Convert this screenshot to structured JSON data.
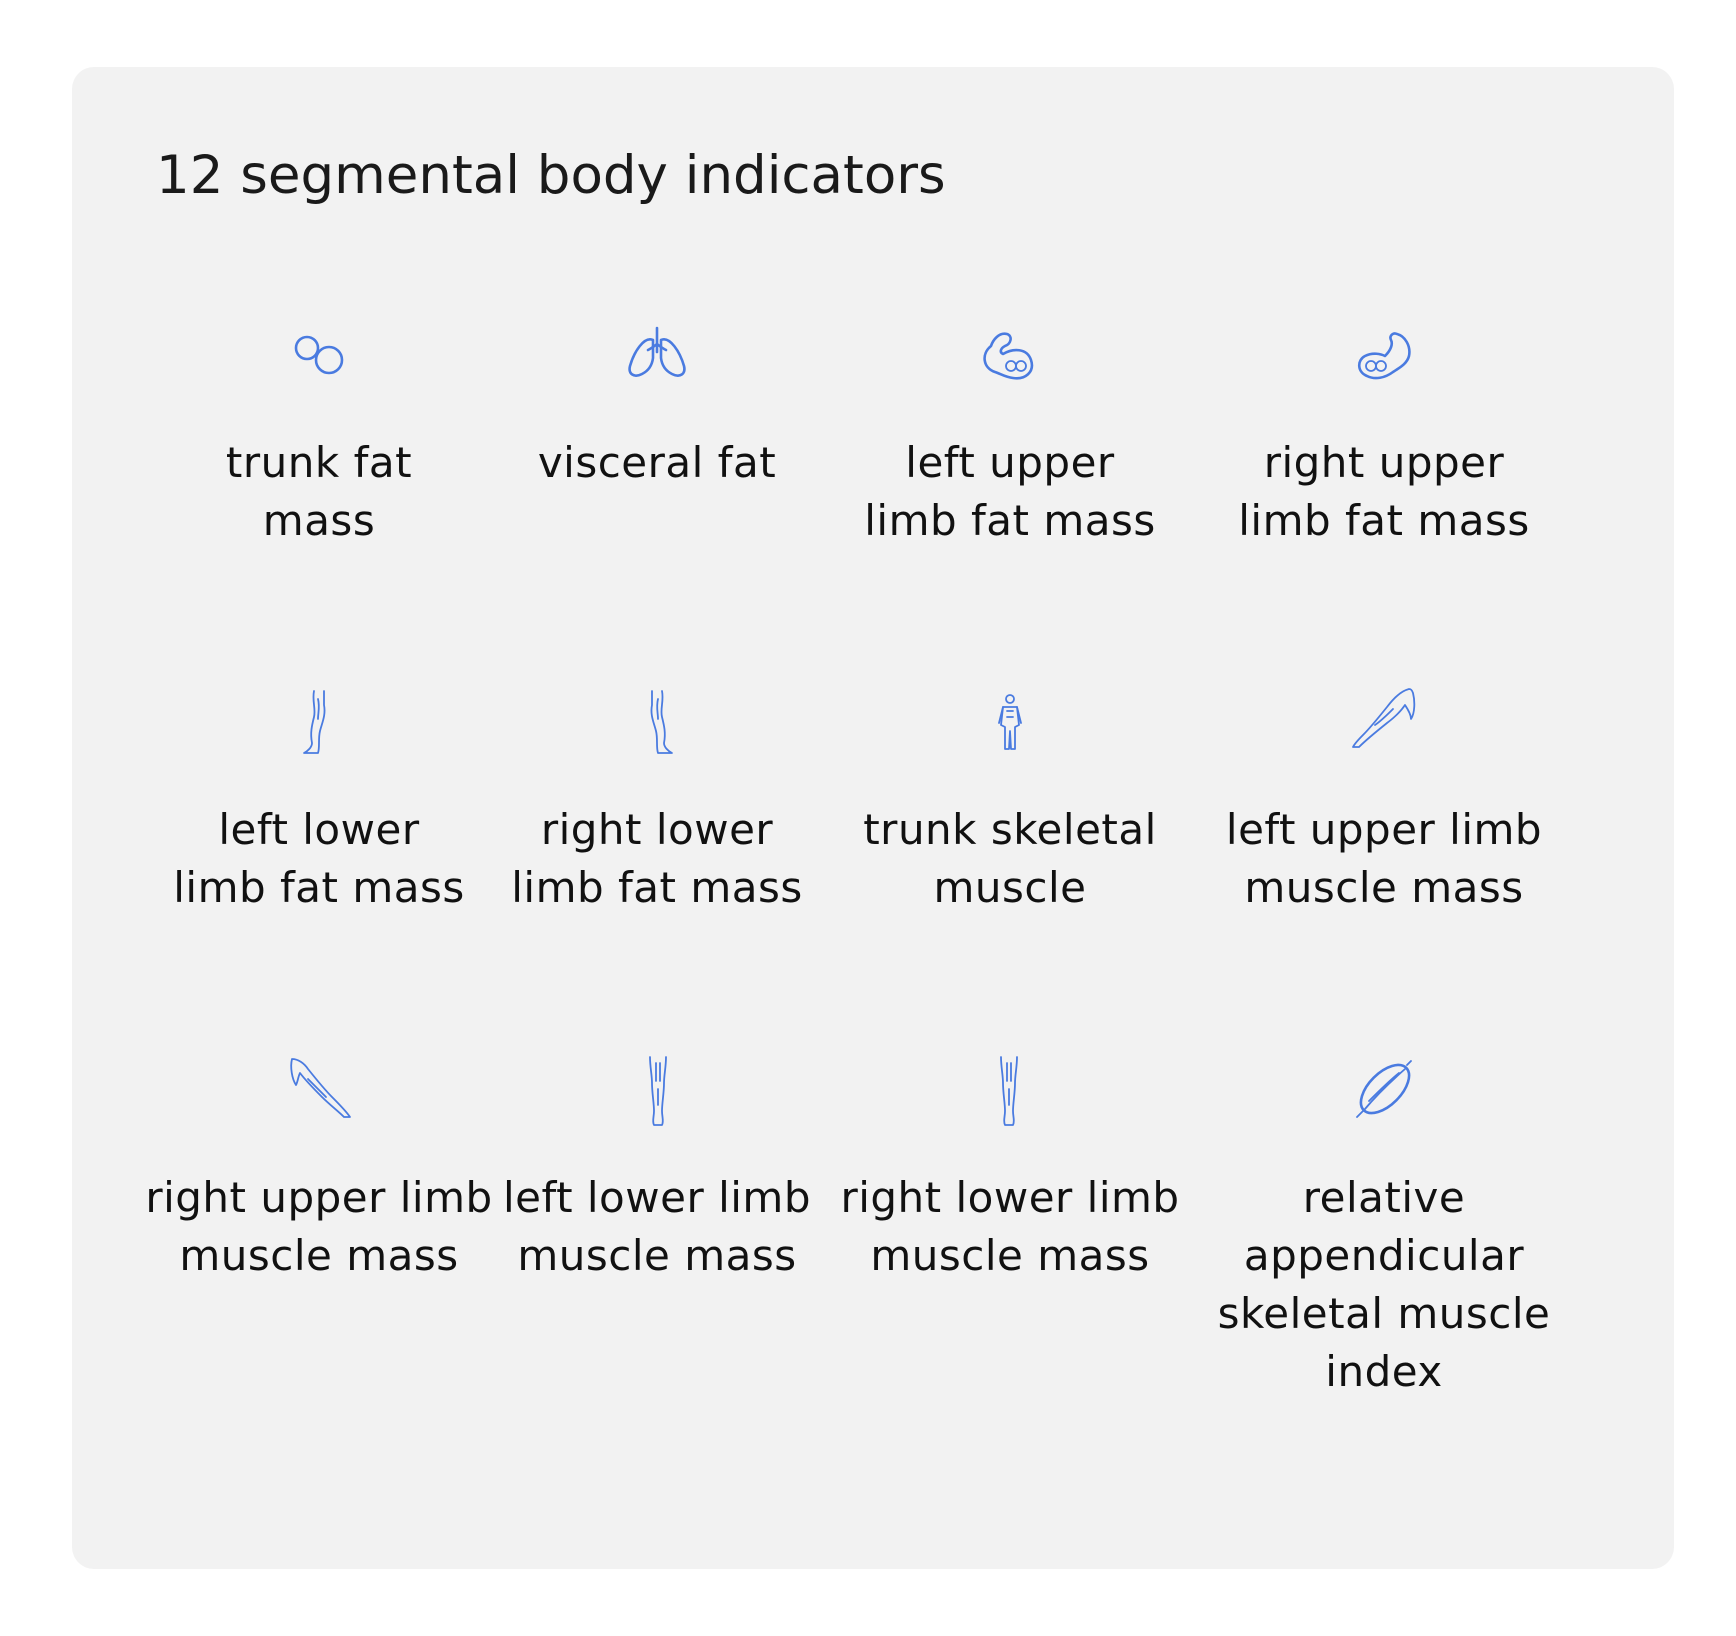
{
  "card": {
    "title": "12 segmental body indicators"
  },
  "colors": {
    "icon": "#4a7be0",
    "card_background": "#f2f2f2",
    "text": "#111111"
  },
  "indicators": [
    {
      "label_line1": "trunk fat",
      "label_line2": "mass",
      "label_line3": "",
      "icon": "fat-cells-icon"
    },
    {
      "label_line1": "visceral fat",
      "label_line2": "",
      "label_line3": "",
      "icon": "lungs-icon"
    },
    {
      "label_line1": "left upper",
      "label_line2": "limb fat mass",
      "label_line3": "",
      "icon": "left-arm-fat-icon"
    },
    {
      "label_line1": "right upper",
      "label_line2": "limb fat mass",
      "label_line3": "",
      "icon": "right-arm-fat-icon"
    },
    {
      "label_line1": "left lower",
      "label_line2": "limb fat mass",
      "label_line3": "",
      "icon": "left-leg-icon"
    },
    {
      "label_line1": "right lower",
      "label_line2": "limb fat mass",
      "label_line3": "",
      "icon": "right-leg-icon"
    },
    {
      "label_line1": "trunk skeletal",
      "label_line2": "muscle",
      "label_line3": "",
      "icon": "body-figure-icon"
    },
    {
      "label_line1": "left upper limb",
      "label_line2": "muscle mass",
      "label_line3": "",
      "icon": "left-arm-muscle-icon"
    },
    {
      "label_line1": "right upper limb",
      "label_line2": "muscle mass",
      "label_line3": "",
      "icon": "right-arm-muscle-icon"
    },
    {
      "label_line1": "left lower limb",
      "label_line2": "muscle mass",
      "label_line3": "",
      "icon": "left-leg-muscle-icon"
    },
    {
      "label_line1": "right lower limb",
      "label_line2": "muscle mass",
      "label_line3": "",
      "icon": "right-leg-muscle-icon"
    },
    {
      "label_line1": "relative",
      "label_line2": "appendicular",
      "label_line3": "skeletal muscle index",
      "icon": "muscle-fiber-icon"
    }
  ]
}
